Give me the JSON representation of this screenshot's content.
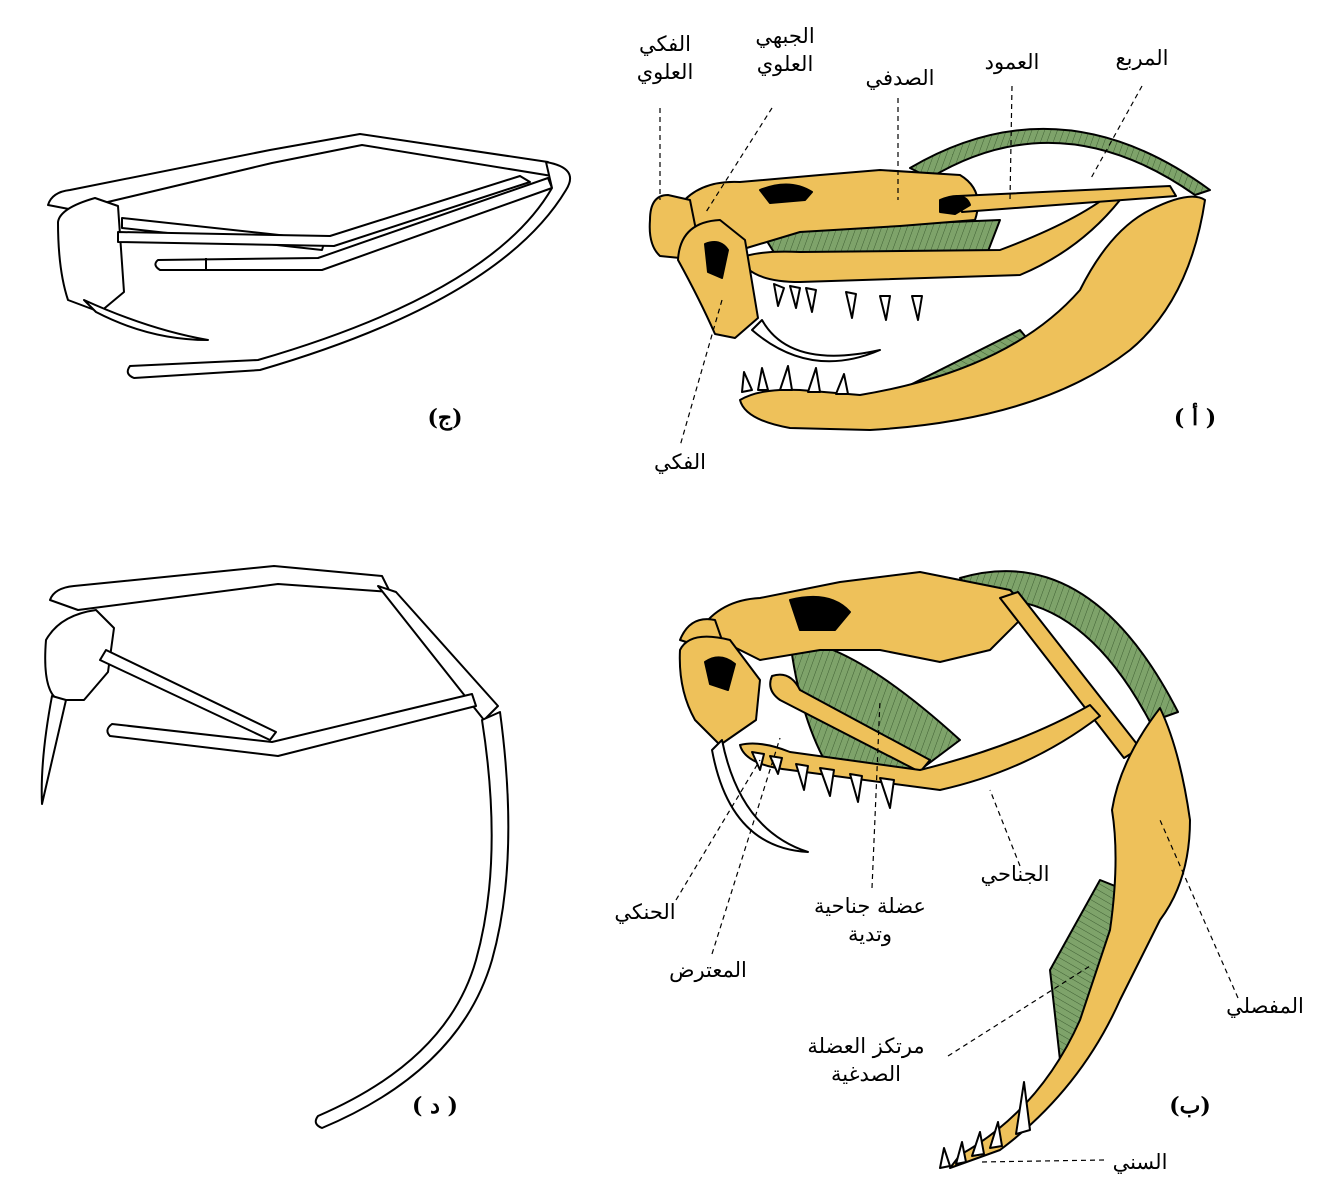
{
  "panels": {
    "a": "( أ )",
    "b": "(ب)",
    "c": "(ج)",
    "d": "( د )"
  },
  "labels_a": {
    "premaxilla_line1": "الفكي",
    "premaxilla_line2": "العلوي",
    "prefrontal_line1": "الجبهي",
    "prefrontal_line2": "العلوي",
    "postorbital": "الصدفي",
    "column": "العمود",
    "quadrate": "المربع",
    "maxilla": "الفكي"
  },
  "labels_b": {
    "palatine": "الحنكي",
    "ectopterygoid": "المعترض",
    "muscle_line1": "عضلة جناحية",
    "muscle_line2": "وتدية",
    "pterygoid": "الجناحي",
    "articular": "المفصلي",
    "insertion_line1": "مرتكز العضلة",
    "insertion_line2": "الصدغية",
    "dentary": "السني"
  },
  "colors": {
    "bone": "#eec15a",
    "muscle": "#7ea36a",
    "outline": "#000000"
  }
}
